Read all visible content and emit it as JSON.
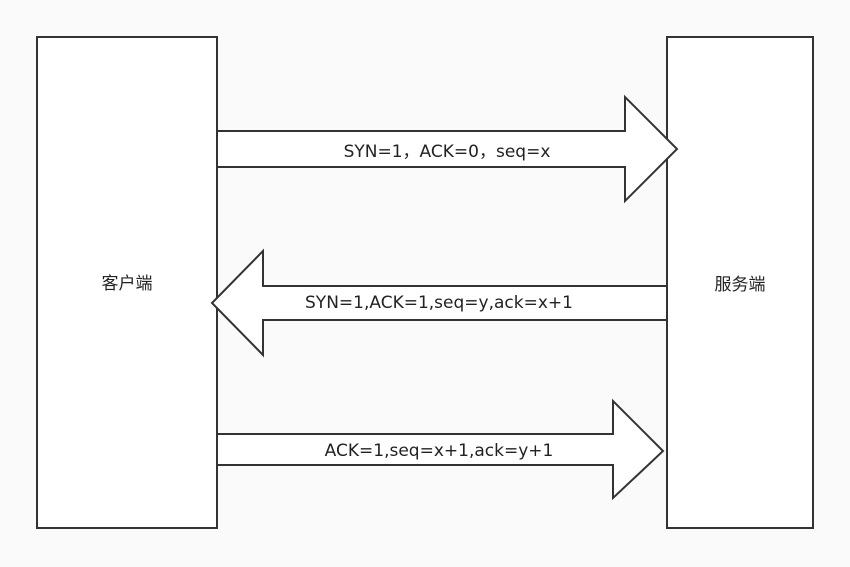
{
  "colors": {
    "background": "#fafafa",
    "stroke": "#333333",
    "fill": "#ffffff",
    "text": "#222222"
  },
  "client": {
    "label": "客户端"
  },
  "server": {
    "label": "服务端"
  },
  "messages": [
    {
      "label": "SYN=1，ACK=0，seq=x",
      "direction": "client-to-server"
    },
    {
      "label": "SYN=1,ACK=1,seq=y,ack=x+1",
      "direction": "server-to-client"
    },
    {
      "label": "ACK=1,seq=x+1,ack=y+1",
      "direction": "client-to-server"
    }
  ]
}
